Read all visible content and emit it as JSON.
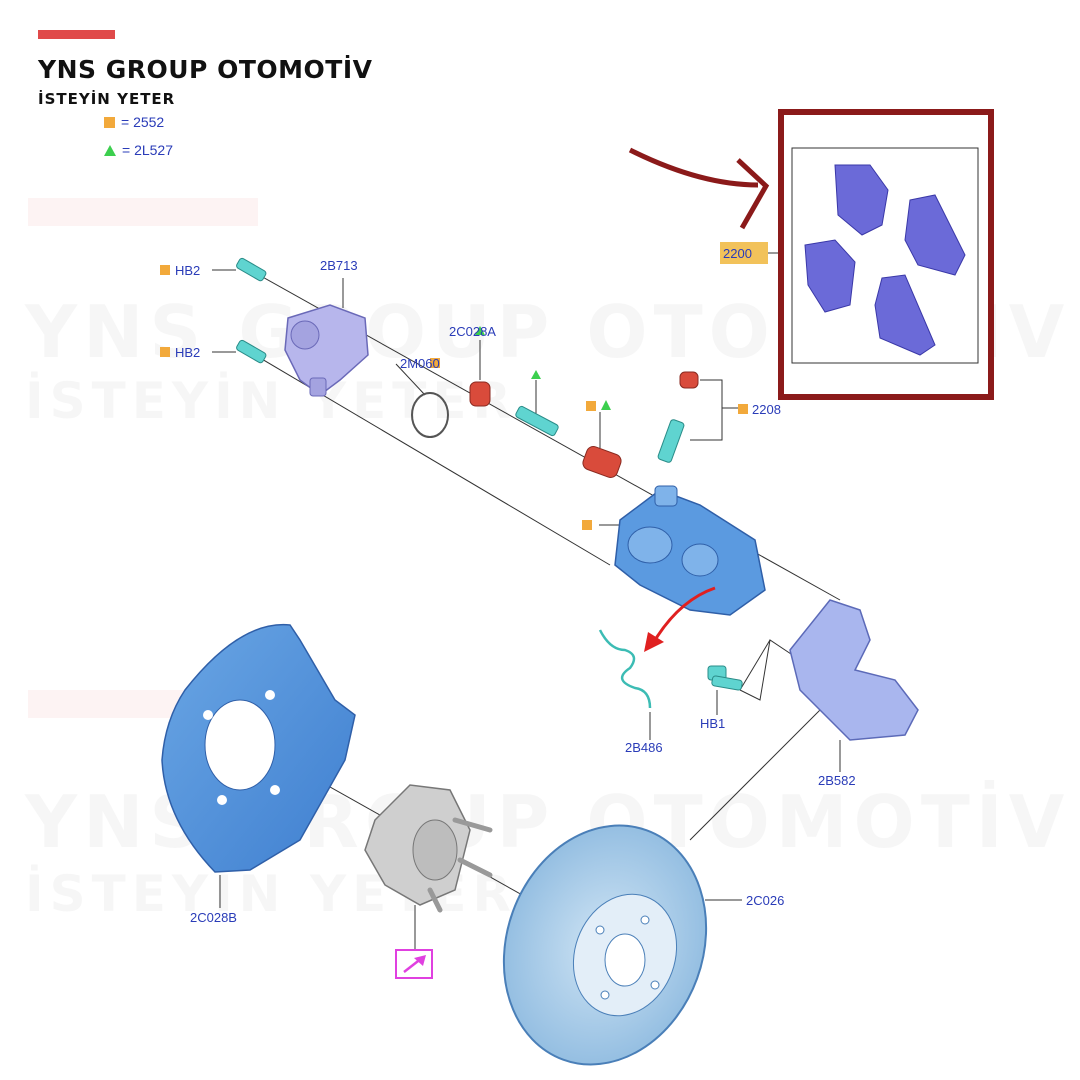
{
  "brand": {
    "name": "YNS GROUP OTOMOTİV",
    "slogan": "İSTEYİN YETER"
  },
  "legend": [
    {
      "marker": "square",
      "color": "#f2a93b",
      "text": "= 2552"
    },
    {
      "marker": "triangle",
      "color": "#3ccf4e",
      "text": "= 2L527"
    }
  ],
  "watermark": {
    "name": "YNS GROUP OTOMOTİV",
    "slogan": "İSTEYİN YETER"
  },
  "parts": {
    "hb2_top": "HB2",
    "hb2_bottom": "HB2",
    "p2b713": "2B713",
    "p2c028a": "2C028A",
    "p2m060": "2M060",
    "p2208": "2208",
    "p2200": "2200",
    "p2b486": "2B486",
    "hb1": "HB1",
    "p2b582": "2B582",
    "p2c028b": "2C028B",
    "p2c026": "2C026"
  },
  "colors": {
    "label_text": "#2a3cb8",
    "highlight_frame": "#8b1a1a",
    "legend_square": "#f2a93b",
    "legend_triangle": "#3ccf4e",
    "part_blue": "#5b8fd9",
    "pad_violet": "#6b6ad8",
    "red_part": "#d94b3b",
    "bleeder_cyan": "#5fd4d0",
    "hub_silver": "#c9c9c9",
    "callout_magenta": "#e040e0"
  },
  "icons": {
    "pointer_arrow": "curved-arrow-icon",
    "callout": "arrow-box-icon"
  }
}
